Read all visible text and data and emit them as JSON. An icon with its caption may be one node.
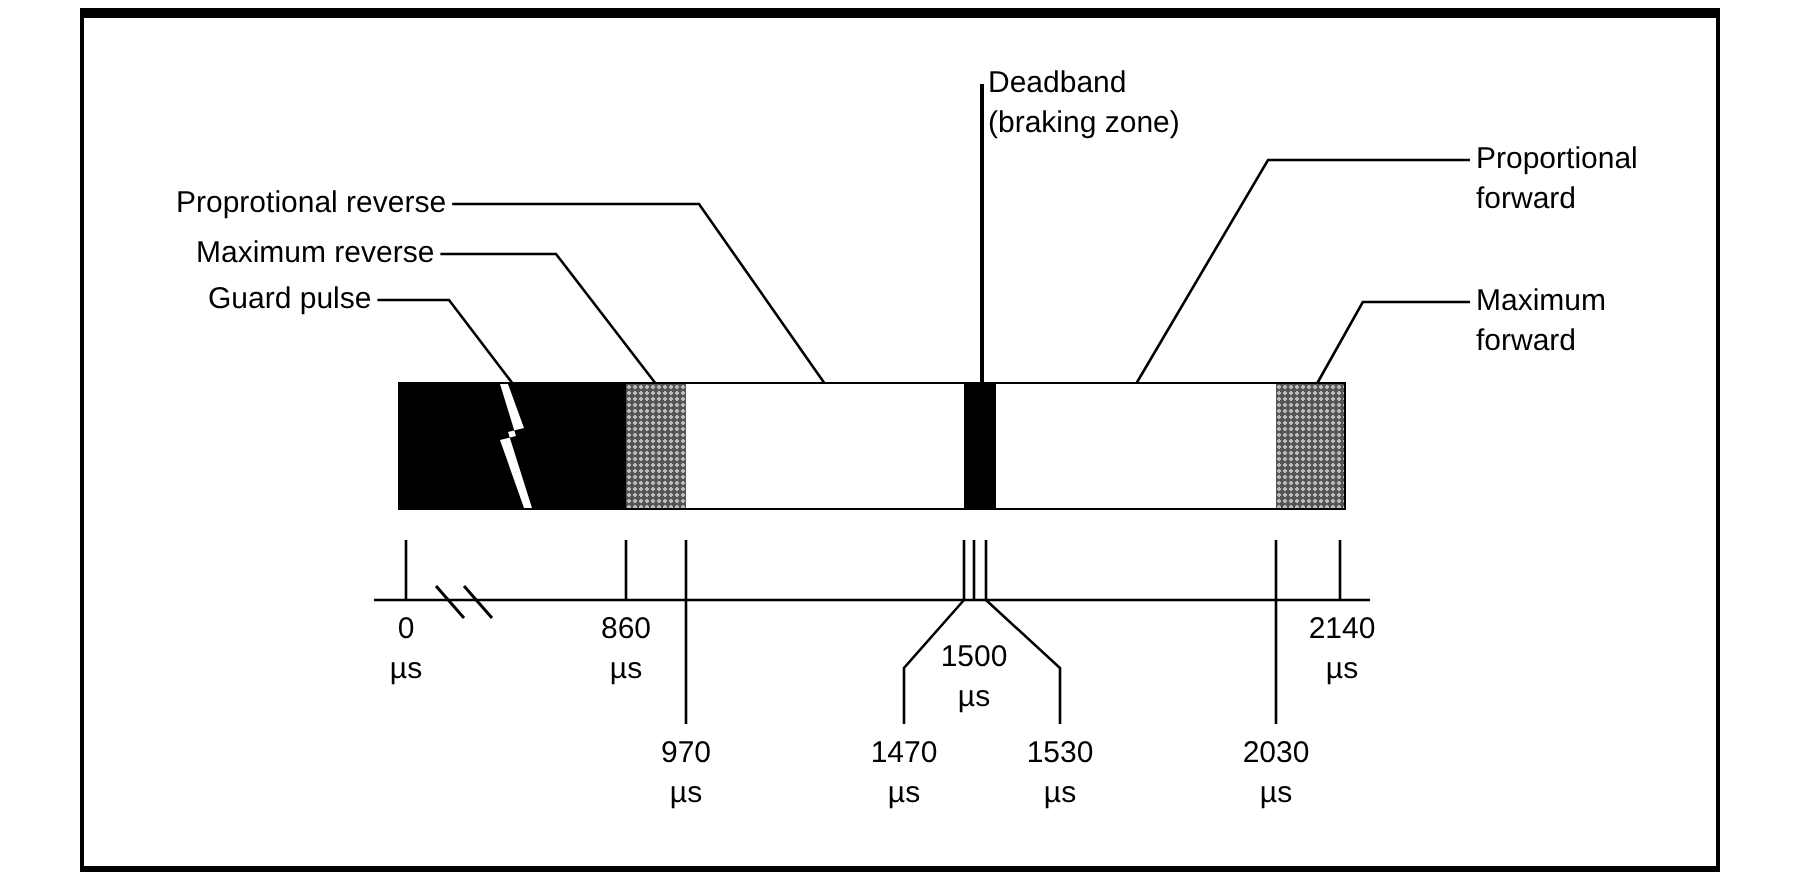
{
  "diagram": {
    "nodes": [
      {
        "text": [
          "Proprotional reverse"
        ]
      },
      {
        "text": [
          "Maximum reverse"
        ]
      },
      {
        "text": [
          "Guard pulse"
        ]
      },
      {
        "text": [
          "Deadband (braking zone)"
        ]
      },
      {
        "text": [
          "Proportional forward"
        ]
      },
      {
        "text": [
          "Maximum forward"
        ]
      },
      {
        "text": [],
        "shape": "bar"
      },
      {
        "text": [],
        "shape": "bar"
      },
      {
        "text": [],
        "shape": "bar"
      },
      {
        "text": [],
        "shape": "bar"
      },
      {
        "text": [],
        "shape": "bar"
      },
      {
        "text": [],
        "shape": "bar"
      }
    ],
    "edges": [
      {
        "from": 0,
        "to": 8,
        "arrow": "none"
      },
      {
        "from": 1,
        "to": 7,
        "arrow": "none"
      },
      {
        "from": 2,
        "to": 6,
        "arrow": "none"
      },
      {
        "from": 3,
        "to": 9,
        "arrow": "none"
      },
      {
        "from": 4,
        "to": 10,
        "arrow": "none"
      },
      {
        "from": 5,
        "to": 11,
        "arrow": "none"
      }
    ],
    "labels": [
      "0 µs",
      "860 µs",
      "2140 µs",
      "1500 µs",
      "970 µs",
      "1470 µs",
      "1530 µs",
      "2030 µs"
    ]
  }
}
